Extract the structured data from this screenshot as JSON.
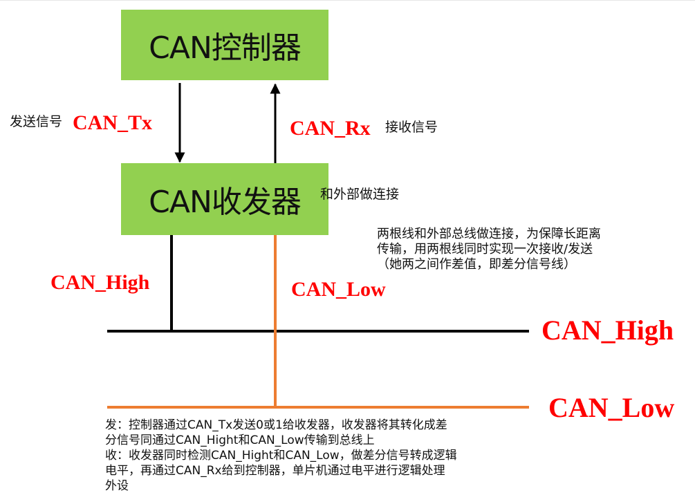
{
  "boxes": {
    "controller": "CAN控制器",
    "transceiver": "CAN收发器"
  },
  "signals": {
    "tx": "CAN_Tx",
    "rx": "CAN_Rx",
    "high_local": "CAN_High",
    "low_local": "CAN_Low",
    "high_bus": "CAN_High",
    "low_bus": "CAN_Low"
  },
  "notes": {
    "tx_note": "发送信号",
    "rx_note": "接收信号",
    "connect_note": "和外部做连接",
    "diff_note": "两根线和外部总线做连接，为保障长距离\n传输，用两根线同时实现一次接收/发送\n（她两之间作差值，即差分信号线）",
    "process_note": "发：控制器通过CAN_Tx发送0或1给收发器，收发器将其转化成差\n分信号同通过CAN_Hight和CAN_Low传输到总线上\n收：收发器同时检测CAN_Hight和CAN_Low，做差分信号转成逻辑\n电平，再通过CAN_Rx给到控制器，单片机通过电平进行逻辑处理\n外设"
  },
  "colors": {
    "box_fill": "#92d050",
    "signal_text": "#ff0000",
    "high_line": "#000000",
    "low_line": "#ed7d31"
  }
}
